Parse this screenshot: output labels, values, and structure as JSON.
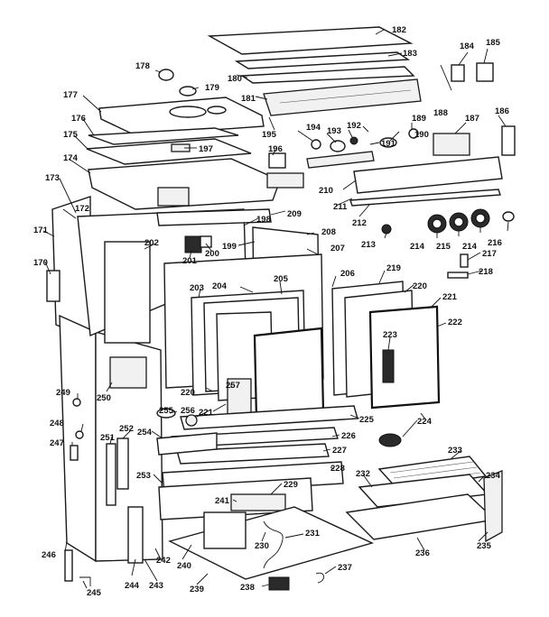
{
  "callouts": [
    "170",
    "171",
    "172",
    "173",
    "174",
    "175",
    "176",
    "177",
    "178",
    "179",
    "180",
    "181",
    "182",
    "183",
    "184",
    "185",
    "186",
    "187",
    "188",
    "189",
    "190",
    "191",
    "192",
    "193",
    "194",
    "195",
    "196",
    "197",
    "198",
    "199",
    "200",
    "201",
    "202",
    "203",
    "204",
    "205",
    "206",
    "207",
    "208",
    "209",
    "210",
    "211",
    "212",
    "213",
    "214",
    "215",
    "216",
    "217",
    "218",
    "219",
    "220",
    "221",
    "222",
    "223",
    "224",
    "225",
    "226",
    "227",
    "228",
    "229",
    "230",
    "231",
    "232",
    "233",
    "234",
    "235",
    "236",
    "237",
    "238",
    "239",
    "240",
    "241",
    "242",
    "243",
    "244",
    "245",
    "246",
    "247",
    "248",
    "249",
    "250",
    "251",
    "252",
    "253",
    "254",
    "255",
    "256",
    "257"
  ],
  "duplicate_callouts": [
    "214",
    "220",
    "221"
  ]
}
